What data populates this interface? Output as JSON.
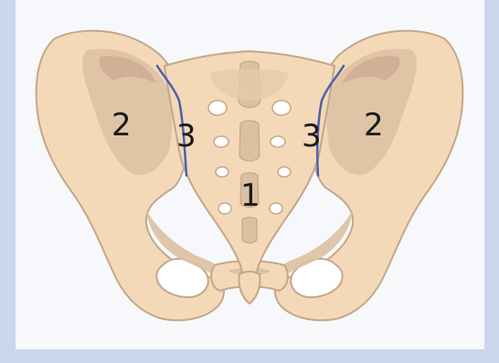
{
  "labels": {
    "sacrum": "1",
    "ilium_left": "2",
    "ilium_right": "2",
    "si_joint_left": "3",
    "si_joint_right": "3"
  },
  "colors": {
    "bone_fill": "#f3d9b8",
    "bone_shadow": "#dcc0a2",
    "bone_deep_shadow": "#cfae93",
    "outline": "#c4a78a",
    "joint_line": "#4a63a8",
    "foramen": "#ffffff",
    "background_outer": "#c9d6ec",
    "background_panel": "#f7f8fb"
  }
}
